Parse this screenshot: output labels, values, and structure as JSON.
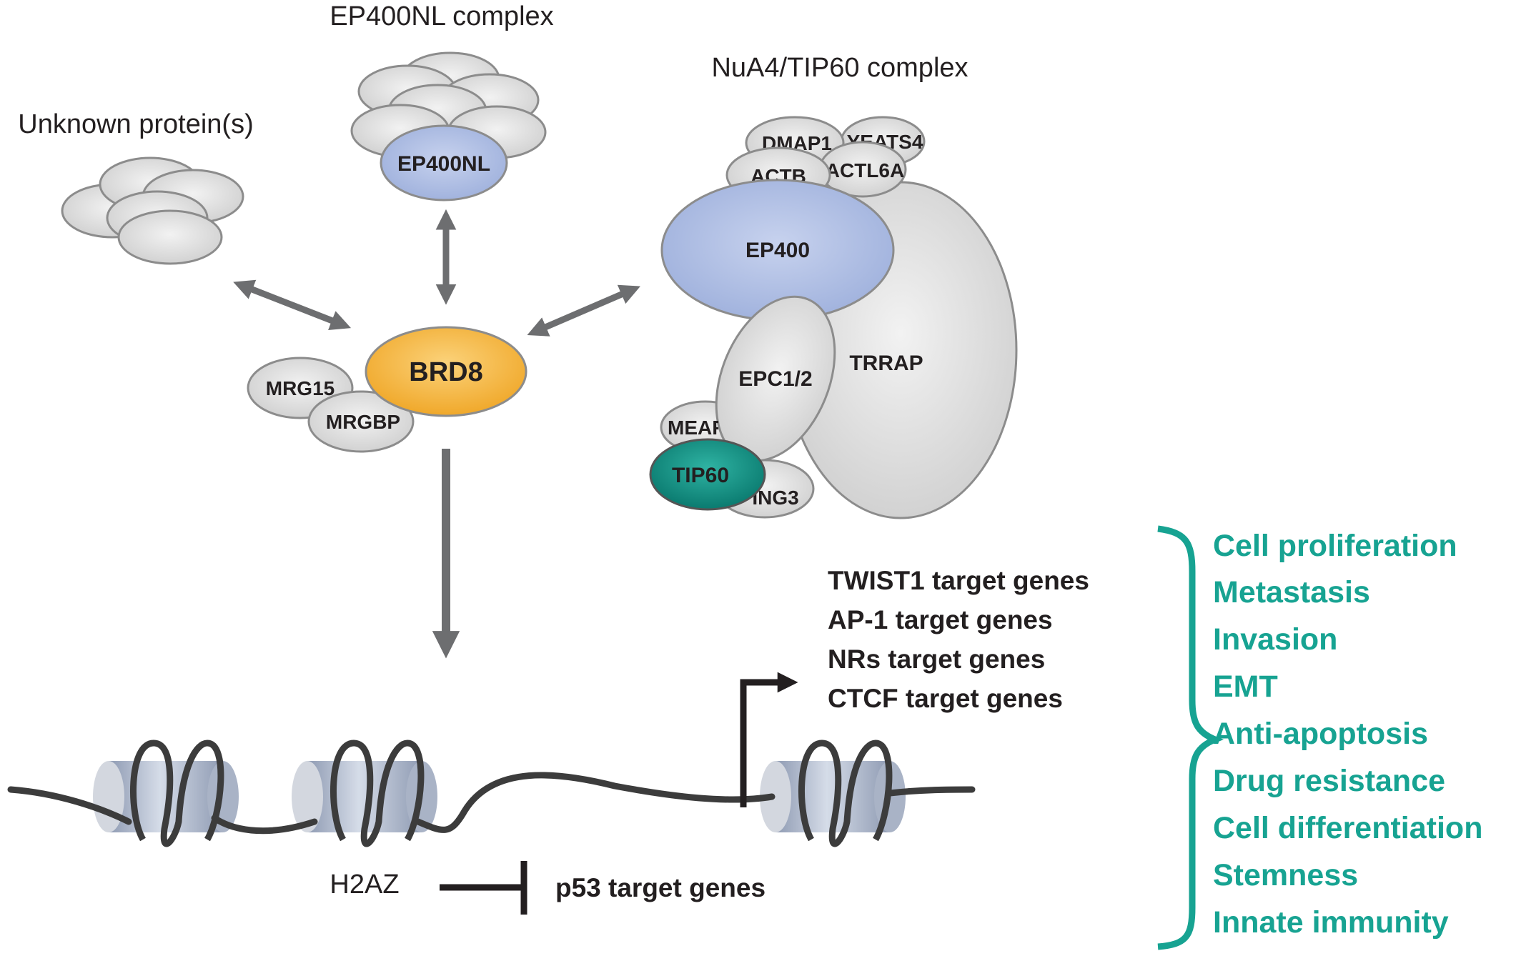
{
  "colors": {
    "grey_protein": "#d9d9d9",
    "blue_protein": "#a4b4dc",
    "brd8": "#f2b134",
    "tip60": "#0e8f82",
    "outcome_text": "#17a392",
    "arrow": "#6d6e70",
    "text": "#231f20"
  },
  "complexes": {
    "ep400nl_title": "EP400NL complex",
    "nua4_title": "NuA4/TIP60 complex",
    "unknown_title": "Unknown protein(s)"
  },
  "proteins": {
    "ep400nl": "EP400NL",
    "brd8": "BRD8",
    "mrg15": "MRG15",
    "mrgbp": "MRGBP",
    "dmap1": "DMAP1",
    "yeats4": "YEATS4",
    "actb": "ACTB",
    "actl6a": "ACTL6A",
    "ep400": "EP400",
    "trrap": "TRRAP",
    "epc12": "EPC1/2",
    "mea": "MEAF6",
    "tip60": "TIP60",
    "ing3": "ING3"
  },
  "chromatin": {
    "h2az_label": "H2AZ",
    "repressed_genes": "p53 target genes"
  },
  "activated_genes": [
    "TWIST1 target genes",
    "AP-1 target genes",
    "NRs target genes",
    "CTCF target genes"
  ],
  "outcomes": [
    "Cell proliferation",
    "Metastasis",
    "Invasion",
    "EMT",
    "Anti-apoptosis",
    "Drug resistance",
    "Cell differentiation",
    "Stemness",
    "Innate immunity"
  ]
}
